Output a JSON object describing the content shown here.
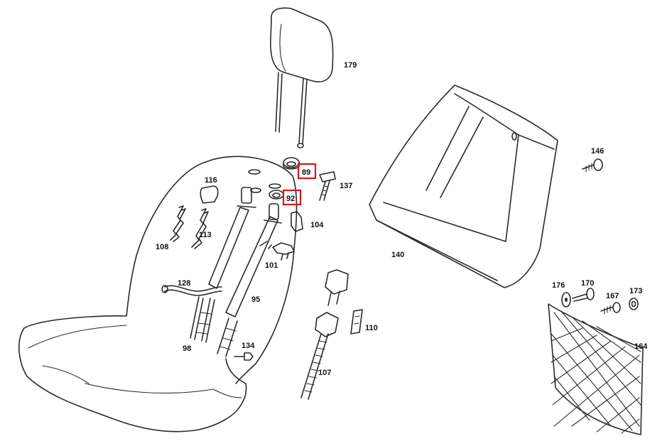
{
  "colors": {
    "line": "#2a2a2a",
    "highlight": "#d8141c"
  },
  "callouts": [
    {
      "id": "p179",
      "text": "179",
      "highlighted": false
    },
    {
      "id": "p89",
      "text": "89",
      "highlighted": true
    },
    {
      "id": "p137",
      "text": "137",
      "highlighted": false
    },
    {
      "id": "p116",
      "text": "116",
      "highlighted": false
    },
    {
      "id": "p92",
      "text": "92",
      "highlighted": true
    },
    {
      "id": "p104",
      "text": "104",
      "highlighted": false
    },
    {
      "id": "p113",
      "text": "113",
      "highlighted": false
    },
    {
      "id": "p108",
      "text": "108",
      "highlighted": false
    },
    {
      "id": "p101",
      "text": "101",
      "highlighted": false
    },
    {
      "id": "p128",
      "text": "128",
      "highlighted": false
    },
    {
      "id": "p95",
      "text": "95",
      "highlighted": false
    },
    {
      "id": "p98",
      "text": "98",
      "highlighted": false
    },
    {
      "id": "p134",
      "text": "134",
      "highlighted": false
    },
    {
      "id": "p110",
      "text": "110",
      "highlighted": false
    },
    {
      "id": "p107",
      "text": "107",
      "highlighted": false
    },
    {
      "id": "p140",
      "text": "140",
      "highlighted": false
    },
    {
      "id": "p146",
      "text": "146",
      "highlighted": false
    },
    {
      "id": "p176",
      "text": "176",
      "highlighted": false
    },
    {
      "id": "p170",
      "text": "170",
      "highlighted": false
    },
    {
      "id": "p167",
      "text": "167",
      "highlighted": false
    },
    {
      "id": "p173",
      "text": "173",
      "highlighted": false
    },
    {
      "id": "p164",
      "text": "164",
      "highlighted": false
    }
  ]
}
